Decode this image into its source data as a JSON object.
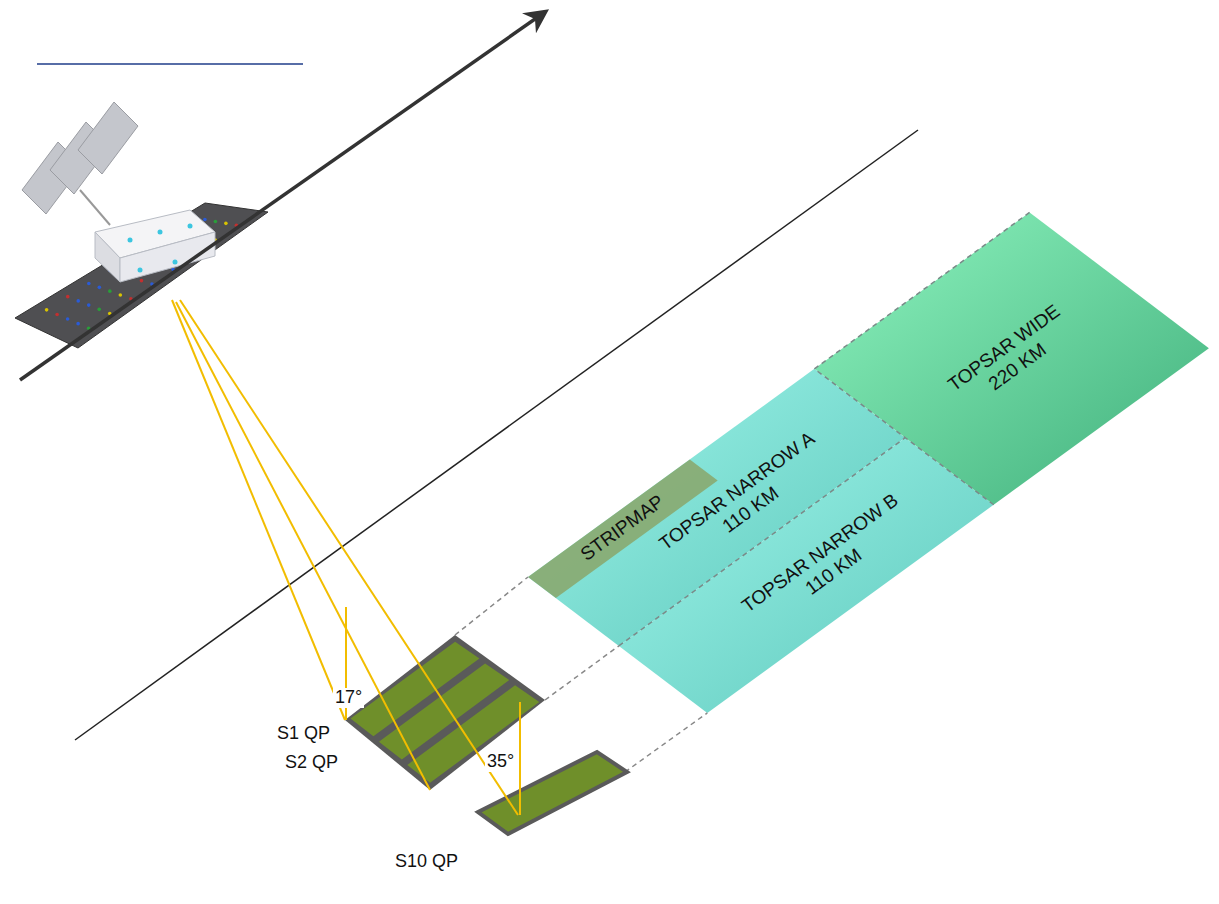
{
  "diagram": {
    "nodes": [
      {
        "text": [
          "STRIPMAP"
        ]
      },
      {
        "text": [
          "TOPSAR NARROW A 110 KM"
        ]
      },
      {
        "text": [
          "TOPSAR NARROW B 110 KM"
        ]
      },
      {
        "text": [
          "TOPSAR WIDE 220 KM"
        ]
      }
    ],
    "labels": [
      "17°",
      "S1 QP",
      "S2 QP",
      "35°",
      "S10 QP"
    ]
  }
}
